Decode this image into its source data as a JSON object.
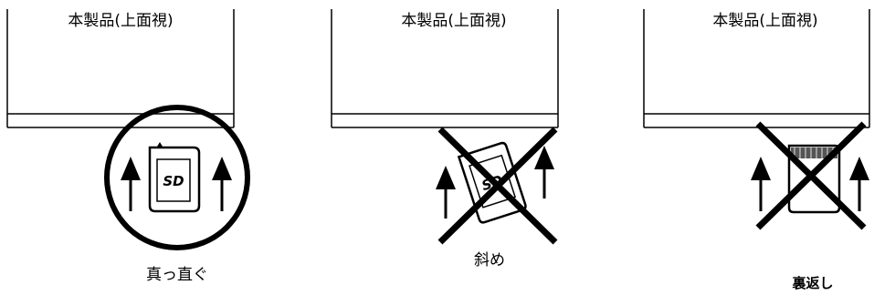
{
  "panels": [
    {
      "title": "本製品(上面視)",
      "caption": "真っ直ぐ",
      "card_text": "SD"
    },
    {
      "title": "本製品(上面視)",
      "caption": "斜め",
      "card_text": "SD"
    },
    {
      "title": "本製品(上面視)",
      "caption": "裏返し"
    }
  ]
}
